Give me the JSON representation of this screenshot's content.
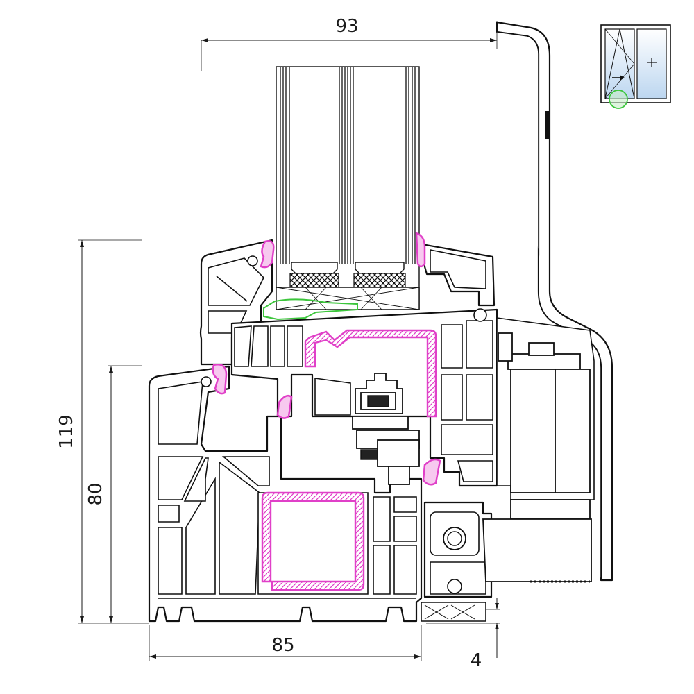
{
  "dimensions": {
    "top_width": "93",
    "total_height": "119",
    "frame_height": "80",
    "frame_width": "85",
    "offset": "4"
  },
  "colors": {
    "reinforcement": "#e040c8",
    "glazing_bead_seal": "#3cc63c",
    "outline": "#111111",
    "indicator_fill": "#cfe3f5"
  },
  "icons": {
    "window_type_icon": "tilt-turn-window-icon",
    "position_marker": "green-circle-marker-icon",
    "opening_arrow": "arrow-right-icon",
    "fixed_pane_cross": "plus-icon"
  }
}
